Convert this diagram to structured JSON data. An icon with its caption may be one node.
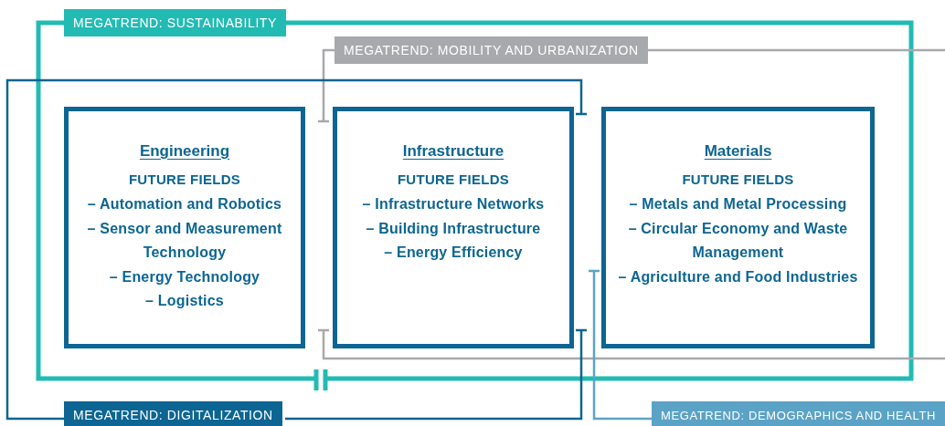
{
  "diagram": {
    "nodes": [
      {
        "text": [
          "MEGATREND: SUSTAINABILITY"
        ]
      },
      {
        "text": [
          "MEGATREND: MOBILITY AND URBANIZATION"
        ]
      },
      {
        "text": [
          "MEGATREND: DIGITALIZATION"
        ]
      },
      {
        "text": [
          "MEGATREND: DEMOGRAPHICS AND HEALTH"
        ]
      },
      {
        "text": [
          "Engineering",
          "FUTURE FIELDS",
          "– Automation and Robotics",
          "– Sensor and Measurement Technology",
          "– Energy Technology",
          "– Logistics"
        ]
      },
      {
        "text": [
          "Infrastructure",
          "FUTURE FIELDS",
          "– Infrastructure Networks",
          "– Building Infrastructure",
          "– Energy Efficiency"
        ]
      },
      {
        "text": [
          "Materials",
          "FUTURE FIELDS",
          "– Metals and Metal Processing",
          "– Circular Economy and Waste Management",
          "– Agriculture and Food Industries"
        ]
      }
    ]
  }
}
